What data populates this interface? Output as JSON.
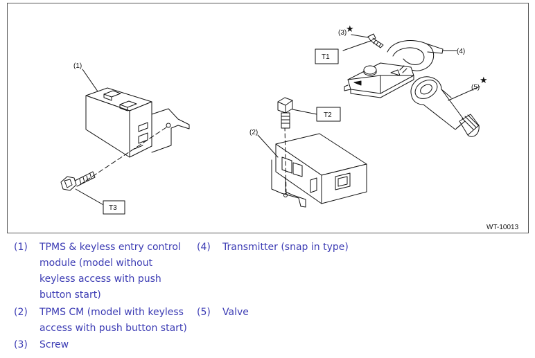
{
  "diagram": {
    "figure_id": "WT-10013",
    "callouts": {
      "c1": "(1)",
      "c2": "(2)",
      "c3": "(3)",
      "c4": "(4)",
      "c5": "(5)"
    },
    "torque_labels": {
      "t1": "T1",
      "t2": "T2",
      "t3": "T3"
    },
    "star_symbol": "★"
  },
  "legend": {
    "items": [
      {
        "num": "(1)",
        "lines": [
          "TPMS & keyless entry control",
          "module (model without",
          "keyless access with push",
          "button start)"
        ]
      },
      {
        "num": "(2)",
        "lines": [
          "TPMS CM (model with keyless",
          "access with push button start)"
        ]
      },
      {
        "num": "(3)",
        "lines": [
          "Screw"
        ]
      },
      {
        "num": "(4)",
        "lines": [
          "Transmitter (snap in type)"
        ]
      },
      {
        "num": "(5)",
        "lines": [
          "Valve"
        ]
      }
    ]
  },
  "colors": {
    "legend_text": "#3c3cb4",
    "line_art": "#111111",
    "frame": "#555555"
  }
}
